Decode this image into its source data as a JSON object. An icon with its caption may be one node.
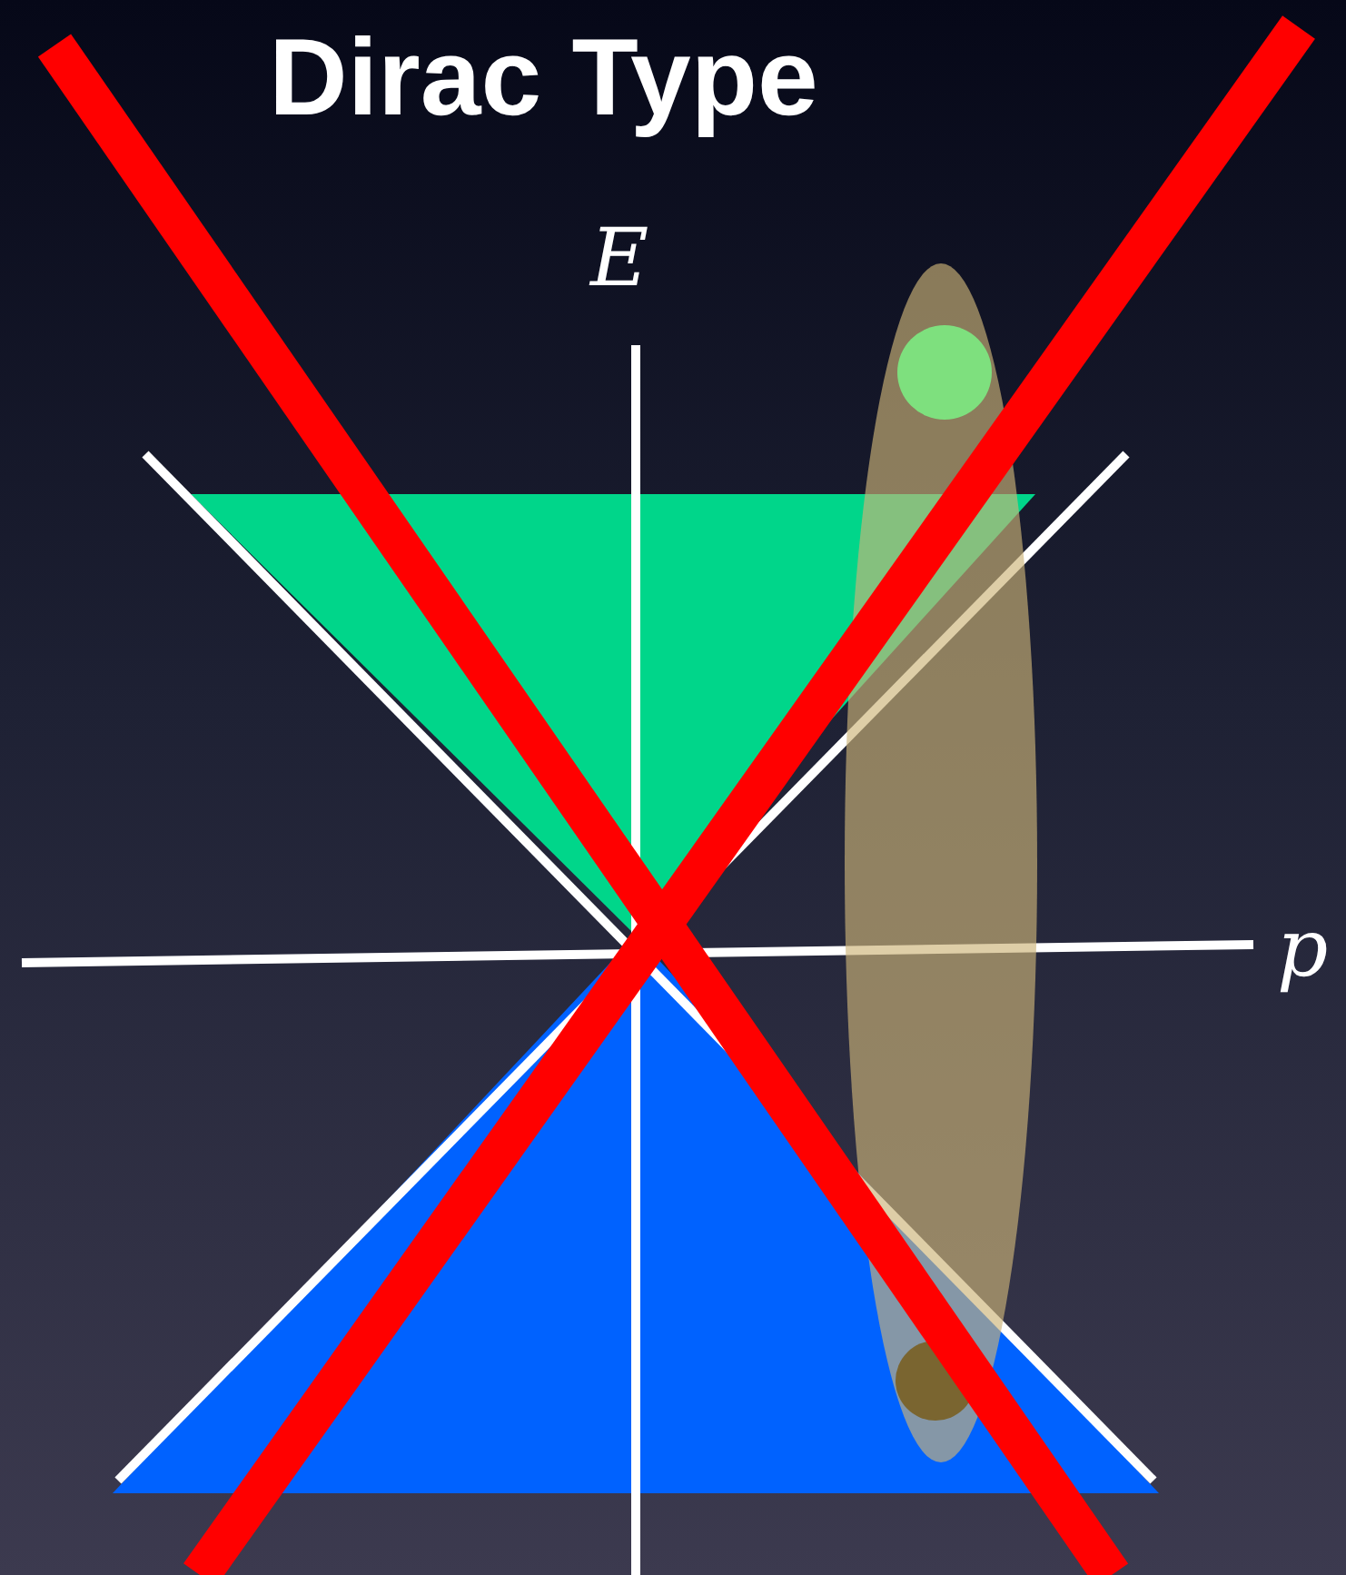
{
  "diagram": {
    "title": "Dirac Type",
    "labels": [
      "E",
      "p"
    ]
  }
}
